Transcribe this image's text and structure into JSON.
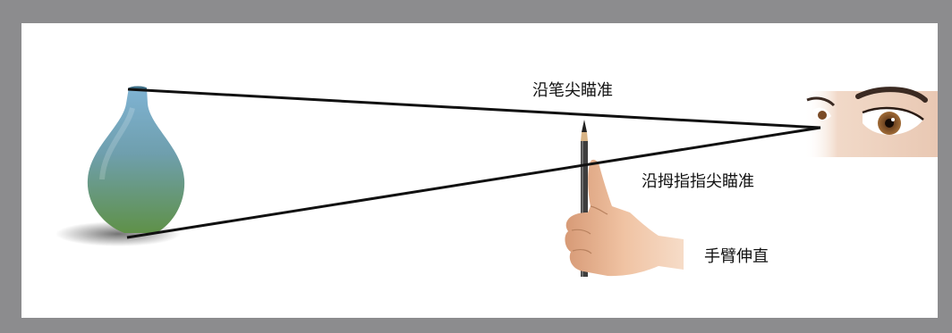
{
  "labels": {
    "aim_pencil_tip": "沿笔尖瞄准",
    "aim_thumb_tip": "沿拇指指尖瞄准",
    "arm_straight": "手臂伸直"
  },
  "colors": {
    "frame": "#8c8c8e",
    "panel": "#ffffff",
    "sight_line": "#111111",
    "vase_top": "#6f9fbf",
    "vase_bottom": "#5f8f45",
    "skin": "#e8b28f",
    "pencil": "#444444"
  },
  "icons": [
    "vase-image",
    "pencil-image",
    "hand-image",
    "eye-image"
  ]
}
